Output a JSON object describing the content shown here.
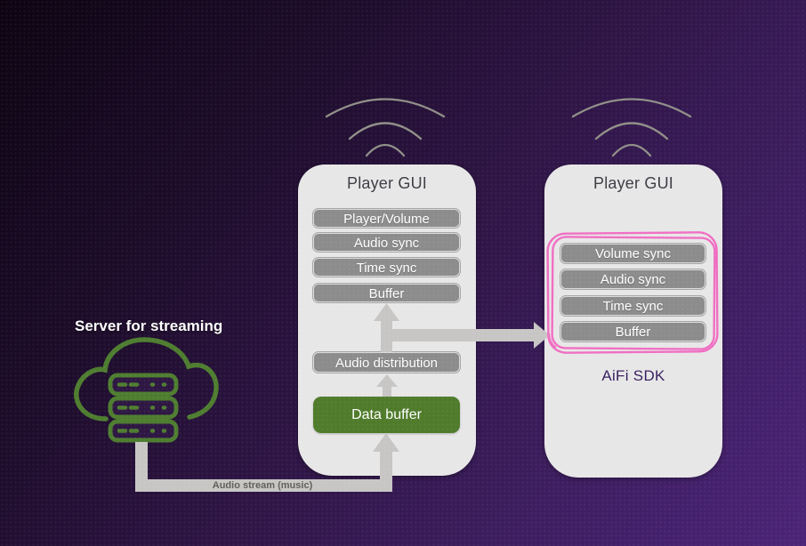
{
  "scene": {
    "server": {
      "label": "Server for streaming"
    },
    "stream": {
      "label": "Audio stream (music)"
    },
    "left_device": {
      "title": "Player GUI",
      "modules": [
        "Player/Volume",
        "Audio sync",
        "Time sync",
        "Buffer"
      ],
      "distribution_label": "Audio distribution",
      "buffer_label": "Data buffer"
    },
    "right_device": {
      "title": "Player GUI",
      "modules": [
        "Volume sync",
        "Audio sync",
        "Time sync",
        "Buffer"
      ],
      "sdk_label": "AiFi SDK"
    },
    "colors": {
      "background_dark": "#0d0412",
      "background_light": "#4c2478",
      "device_body": "#e8e7e8",
      "module_gray": "#8d8c8d",
      "data_buffer_green": "#4f7b2b",
      "server_green": "#4e7d30",
      "connector_gray": "#c7c6c4",
      "annotation_pink": "#f06ec2",
      "sdk_text_purple": "#3a2160"
    }
  }
}
